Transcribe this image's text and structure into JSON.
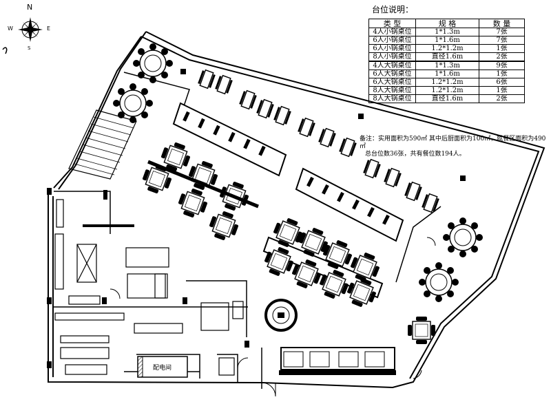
{
  "compass": {
    "n": "N",
    "s": "S",
    "e": "E",
    "w": "W"
  },
  "legend": {
    "title": "台位说明：",
    "headers": [
      "类 型",
      "规 格",
      "数 量"
    ],
    "rows": [
      [
        "4人小锅桌位",
        "1*1.3m",
        "7张"
      ],
      [
        "6人小锅桌位",
        "1*1.6m",
        "7张"
      ],
      [
        "6人小锅桌位",
        "1.2*1.2m",
        "1张"
      ],
      [
        "8人小锅桌位",
        "直径1.6m",
        "2张"
      ],
      [
        "4人大锅桌位",
        "1*1.3m",
        "9张"
      ],
      [
        "6人大锅桌位",
        "1*1.6m",
        "1张"
      ],
      [
        "6人大锅桌位",
        "1.2*1.2m",
        "6张"
      ],
      [
        "8人大锅桌位",
        "1.2*1.2m",
        "1张"
      ],
      [
        "8人大锅桌位",
        "直径1.6m",
        "2张"
      ]
    ],
    "note_line1": "备注：实用面积为590㎡ 其中后厨面积为100㎡，就餐区面积为490㎡",
    "note_line2": "总台位数36张，共有餐位数194人。"
  },
  "rooms": {
    "power_room": "配电间"
  },
  "colors": {
    "ink": "#000000",
    "paper": "#ffffff",
    "hatch": "#555555"
  }
}
